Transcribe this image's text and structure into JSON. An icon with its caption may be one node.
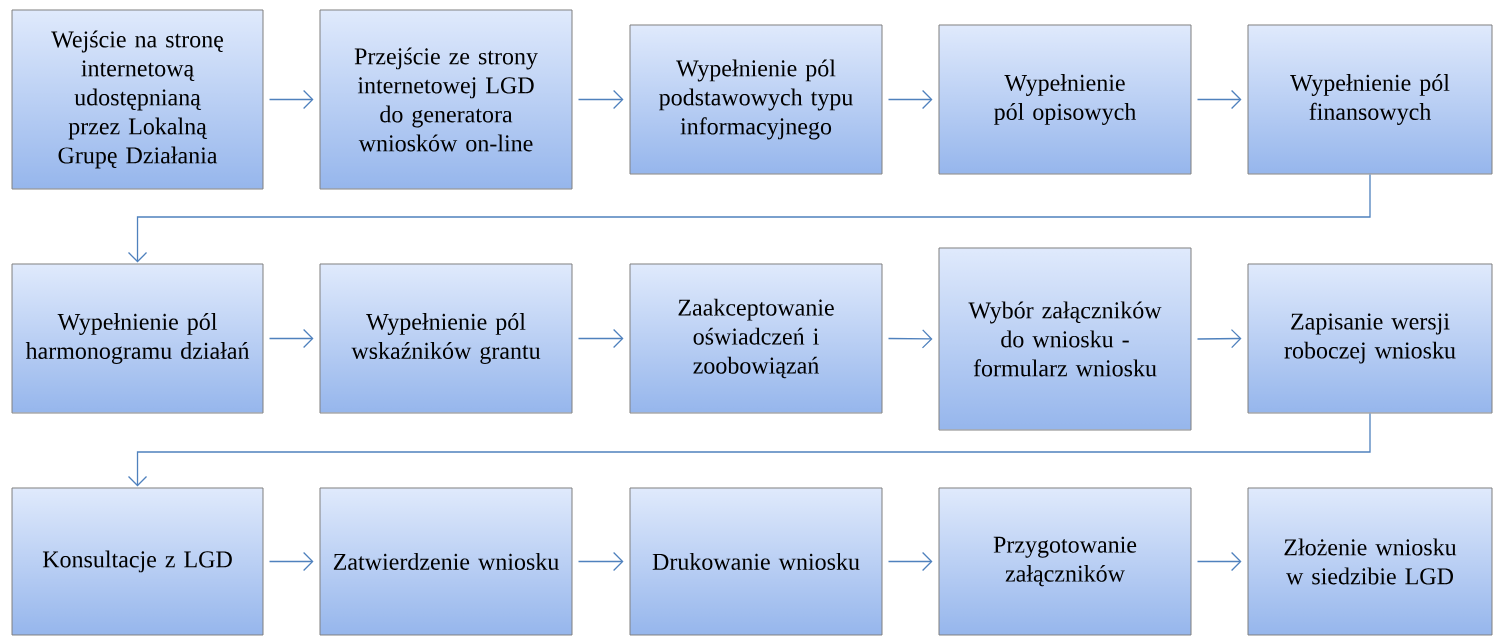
{
  "diagram": {
    "nodes": [
      {
        "text": [
          "Wejście na stronę internetową udostępnianą przez Lokalną Grupę Działania"
        ]
      },
      {
        "text": [
          "Przejście ze strony internetowej LGD do generatora wniosków on-line"
        ]
      },
      {
        "text": [
          "Wypełnienie pól podstawowych typu informacyjnego"
        ]
      },
      {
        "text": [
          "Wypełnienie pól opisowych"
        ]
      },
      {
        "text": [
          "Wypełnienie pól finansowych"
        ]
      },
      {
        "text": [
          "Wypełnienie pól harmonogramu działań"
        ]
      },
      {
        "text": [
          "Wypełnienie pól wskaźników grantu"
        ]
      },
      {
        "text": [
          "Zaakceptowanie oświadczeń i zoobowiązań"
        ]
      },
      {
        "text": [
          "Wybór załączników do wniosku - formularz wniosku"
        ]
      },
      {
        "text": [
          "Zapisanie wersji roboczej wniosku"
        ]
      },
      {
        "text": [
          "Konsultacje z LGD"
        ]
      },
      {
        "text": [
          "Zatwierdzenie wniosku"
        ]
      },
      {
        "text": [
          "Drukowanie wniosku"
        ]
      },
      {
        "text": [
          "Przygotowanie załączników"
        ]
      },
      {
        "text": [
          "Złożenie wniosku w siedzibie LGD"
        ]
      }
    ],
    "edges": [
      {
        "from": 0,
        "to": 1,
        "arrow": "to"
      },
      {
        "from": 1,
        "to": 2,
        "arrow": "to"
      },
      {
        "from": 2,
        "to": 3,
        "arrow": "to"
      },
      {
        "from": 3,
        "to": 4,
        "arrow": "to"
      },
      {
        "from": 4,
        "to": 5,
        "arrow": "to"
      },
      {
        "from": 5,
        "to": 6,
        "arrow": "to"
      },
      {
        "from": 6,
        "to": 7,
        "arrow": "to"
      },
      {
        "from": 7,
        "to": 8,
        "arrow": "to"
      },
      {
        "from": 8,
        "to": 9,
        "arrow": "to"
      },
      {
        "from": 9,
        "to": 10,
        "arrow": "to"
      },
      {
        "from": 10,
        "to": 11,
        "arrow": "to"
      },
      {
        "from": 11,
        "to": 12,
        "arrow": "to"
      },
      {
        "from": 12,
        "to": 13,
        "arrow": "to"
      },
      {
        "from": 13,
        "to": 14,
        "arrow": "to"
      }
    ]
  }
}
